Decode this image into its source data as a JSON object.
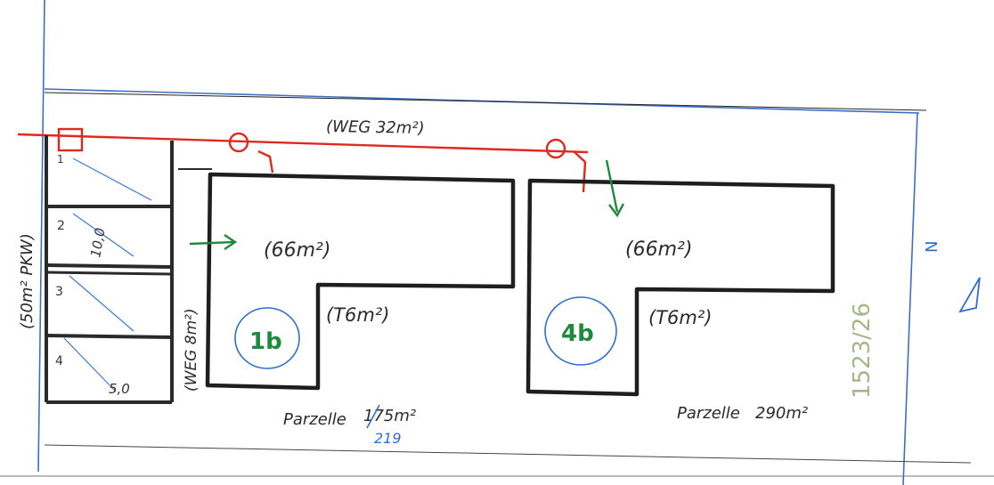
{
  "sketch": {
    "road_label": "(WEG 32m²)",
    "parking_label": "(50m² PKW)",
    "parking_slots": [
      "1",
      "2",
      "3",
      "4"
    ],
    "parking_dim_width": "10,0",
    "parking_dim_depth": "5,0",
    "side_path_label": "(WEG 8m²)",
    "unit_left": {
      "number": "1b",
      "area_main": "(66m²)",
      "area_small": "(T6m²)",
      "parcel_label": "Parzelle",
      "parcel_area_struck": "175m²",
      "parcel_area_corrected": "219"
    },
    "unit_right": {
      "number": "4b",
      "area_main": "(66m²)",
      "area_small": "(T6m²)",
      "parcel_label": "Parzelle",
      "parcel_area": "290m²"
    },
    "plot_number": "1523/26",
    "north_label": "N",
    "colors": {
      "pencil": "#2b2b2b",
      "building": "#1e1e1e",
      "road": "#e0281e",
      "blue": "#2f6fd1",
      "green": "#1e8a3c",
      "plot_number": "#a7b58a"
    }
  }
}
